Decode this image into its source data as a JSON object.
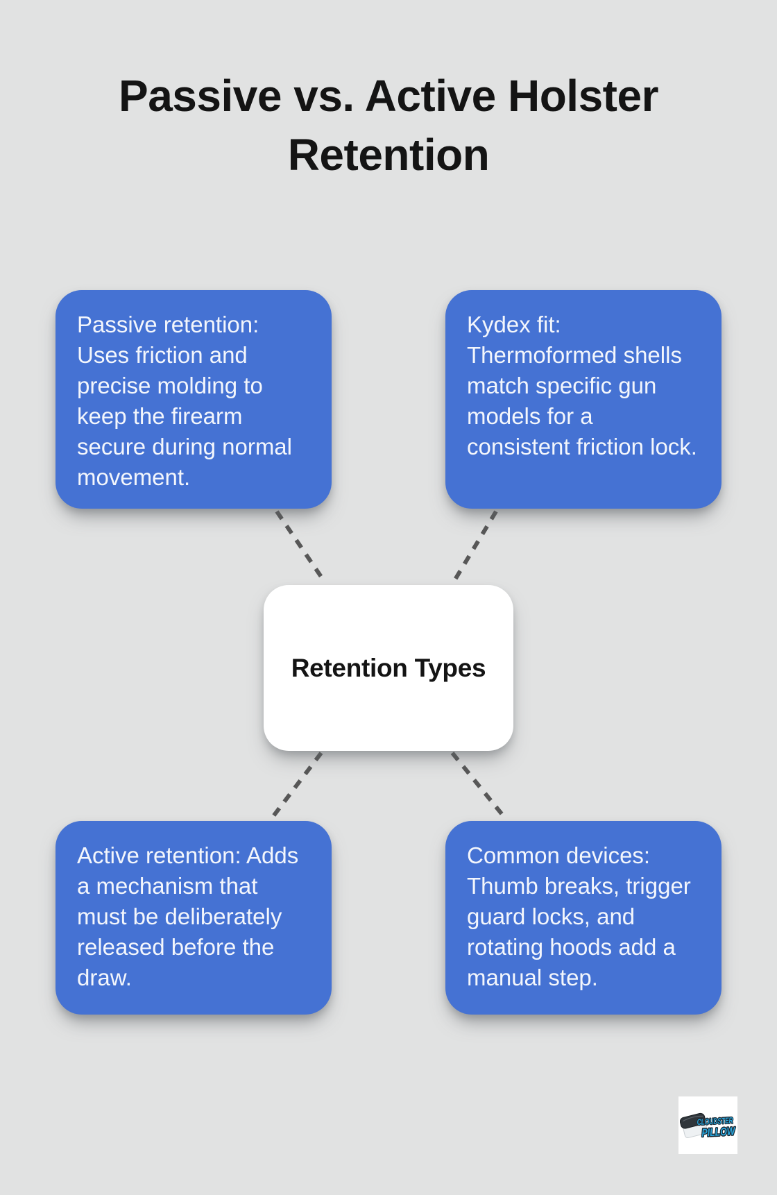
{
  "title": "Passive vs. Active Holster Retention",
  "center_node": {
    "label": "Retention Types"
  },
  "nodes": [
    {
      "id": "passive-retention",
      "position": "top-left",
      "text": "Passive retention: Uses friction and precise molding to keep the firearm secure during normal movement."
    },
    {
      "id": "kydex-fit",
      "position": "top-right",
      "text": "Kydex fit: Thermoformed shells match specific gun models for a consistent friction lock."
    },
    {
      "id": "active-retention",
      "position": "bottom-left",
      "text": "Active retention: Adds a mechanism that must be deliberately released before the draw."
    },
    {
      "id": "common-devices",
      "position": "bottom-right",
      "text": "Common devices: Thumb breaks, trigger guard locks, and rotating hoods add a manual step."
    }
  ],
  "logo": {
    "line1": "CLOUDSTER",
    "line2": "PILLOW"
  },
  "colors": {
    "background": "#e1e2e2",
    "node_blue": "#4572d3",
    "node_text": "#f3f6fc",
    "title_text": "#141414",
    "center_bg": "#ffffff",
    "center_text": "#141414",
    "connector": "#575757",
    "logo_blue": "#2aa9e0",
    "logo_outline": "#18242e",
    "pillow_dark": "#30363b",
    "pillow_sheet": "#eef1f3"
  }
}
